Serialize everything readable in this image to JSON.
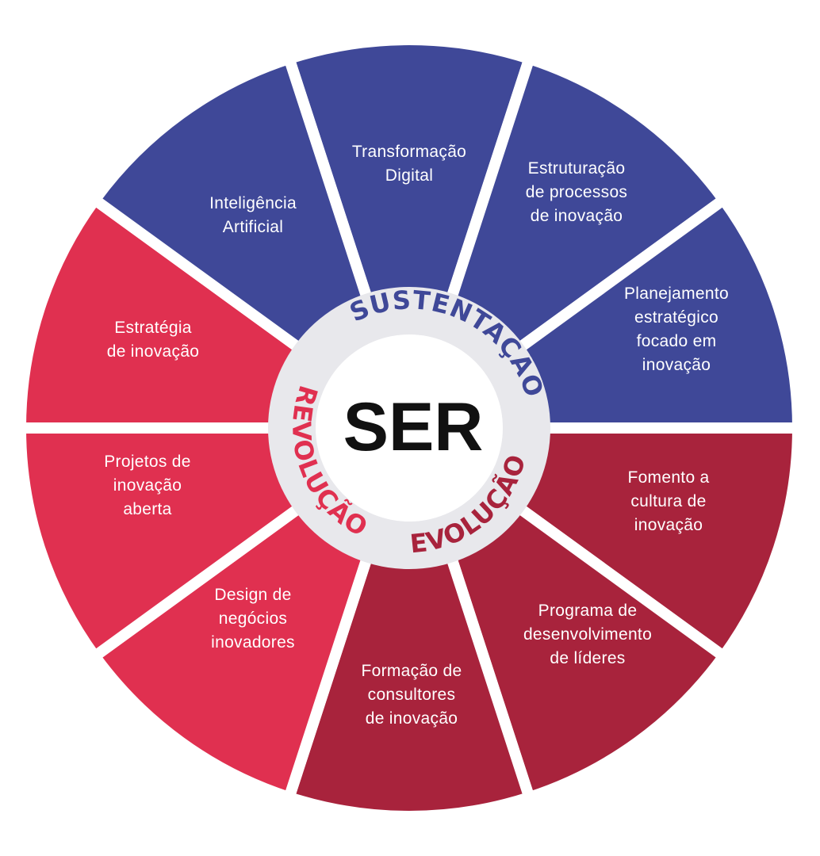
{
  "center": {
    "title": "SER"
  },
  "colors": {
    "sustentacao": "#3f4898",
    "evolucao": "#a8233c",
    "revolucao": "#e03050",
    "separator": "#ffffff",
    "ring": "#e8e8ec",
    "center": "#ffffff"
  },
  "ring_labels": {
    "sustentacao": "SUSTENTAÇÃO",
    "evolucao": "EVOLUÇÃO",
    "revolucao": "REVOLUÇÃO"
  },
  "segments": [
    {
      "group": "sustentacao",
      "lines": [
        "Transformação",
        "Digital"
      ]
    },
    {
      "group": "sustentacao",
      "lines": [
        "Estruturação",
        "de processos",
        "de inovação"
      ]
    },
    {
      "group": "sustentacao",
      "lines": [
        "Planejamento",
        "estratégico",
        "focado em",
        "inovação"
      ]
    },
    {
      "group": "evolucao",
      "lines": [
        "Fomento a",
        "cultura de",
        "inovação"
      ]
    },
    {
      "group": "evolucao",
      "lines": [
        "Programa de",
        "desenvolvimento",
        "de líderes"
      ]
    },
    {
      "group": "evolucao",
      "lines": [
        "Formação de",
        "consultores",
        "de inovação"
      ]
    },
    {
      "group": "revolucao",
      "lines": [
        "Design de",
        "negócios",
        "inovadores"
      ]
    },
    {
      "group": "revolucao",
      "lines": [
        "Projetos de",
        "inovação",
        "aberta"
      ]
    },
    {
      "group": "revolucao",
      "lines": [
        "Estratégia",
        "de inovação"
      ]
    },
    {
      "group": "sustentacao",
      "lines": [
        "Inteligência",
        "Artificial"
      ]
    }
  ]
}
